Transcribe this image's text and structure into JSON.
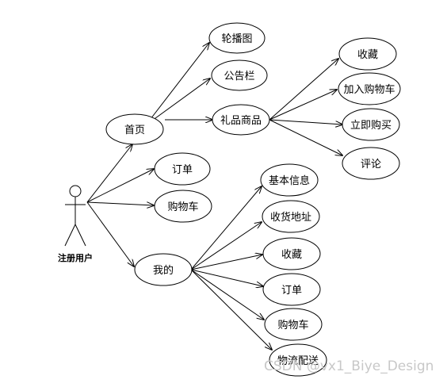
{
  "actor": {
    "label": "注册用户"
  },
  "nodes": {
    "home": "首页",
    "carousel": "轮播图",
    "notice": "公告栏",
    "gifts": "礼品商品",
    "gifts_fav": "收藏",
    "gifts_cart": "加入购物车",
    "gifts_buy": "立即购买",
    "gifts_comment": "评论",
    "order": "订单",
    "cart": "购物车",
    "mine": "我的",
    "mine_info": "基本信息",
    "mine_address": "收货地址",
    "mine_fav": "收藏",
    "mine_order": "订单",
    "mine_cart": "购物车",
    "mine_delivery": "物流配送"
  },
  "watermark": "CSDN @vx1_Biye_Design"
}
